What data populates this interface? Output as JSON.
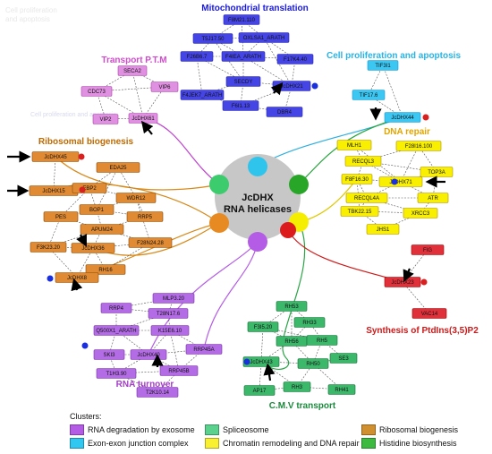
{
  "clusters": {
    "mito": {
      "title": "Mitochondrial translation",
      "color": "#1a1adb",
      "fill": "#4545e6",
      "nodes": [
        "F8M21.110",
        "T5J17.50",
        "OXLSA1_ARATH",
        "F26B6.7",
        "F4IEA_ARATH",
        "F17K4.40",
        "SECDY",
        "JcDHX21",
        "F4JEK7_ARATH",
        "F6I1.13",
        "DBR4"
      ]
    },
    "ptm": {
      "title": "Transport P.T.M",
      "color": "#d04ccc",
      "fill": "#e090e0",
      "nodes": [
        "SECA2",
        "CDC73",
        "VIP6",
        "VIP2",
        "JcDHX61"
      ]
    },
    "cell": {
      "title": "Cell proliferation and apoptosis",
      "color": "#27b5e6",
      "fill": "#3cc6f2",
      "nodes": [
        "TIF3I1",
        "TIF17.6",
        "JcDHX44"
      ]
    },
    "ribo": {
      "title": "Ribosomal biogenesis",
      "color": "#c06a00",
      "fill": "#e08a33",
      "nodes": [
        "JcDHX45",
        "EDA25",
        "JcDHX15",
        "EBP2",
        "WDR12",
        "BOP1",
        "PES",
        "RRP5",
        "APUM24",
        "F3K23.20",
        "JcDHX36",
        "F28N24.28",
        "RH16",
        "JcDHX8"
      ]
    },
    "dna": {
      "title": "DNA repair",
      "color": "#e2a500",
      "fill": "#f8f000",
      "nodes": [
        "MLH1",
        "F28I16.100",
        "RECQL3",
        "TOP3A",
        "F8F16.30",
        "JcDHX71",
        "RECQL4A",
        "ATR",
        "TBK22.15",
        "XRCC3",
        "JHS1"
      ]
    },
    "ptdins": {
      "title": "Synthesis of PtdIns(3,5)P2",
      "color": "#cc1a1a",
      "fill": "#e0303a",
      "nodes": [
        "FIG",
        "JcDHX23",
        "VAC14"
      ]
    },
    "turn": {
      "title": "RNA turnover",
      "color": "#a33cc8",
      "fill": "#b46ce6",
      "nodes": [
        "MLP3.20",
        "RRP4",
        "T28N17.6",
        "Q500X1_ARATH",
        "K15E6.10",
        "RRP45A",
        "SKI3",
        "JcDHX40",
        "T1H3.90",
        "RRP45B",
        "T2K10.14"
      ]
    },
    "cmv": {
      "title": "C.M.V transport",
      "color": "#1a8a3c",
      "fill": "#3cb86a",
      "nodes": [
        "RH53",
        "F3I5.20",
        "RH33",
        "RH56",
        "RH5",
        "JcDHX43",
        "RH50",
        "SE3",
        "AP17",
        "RH3",
        "RH41"
      ]
    }
  },
  "center": {
    "line1": "JcDHX",
    "line2": "RNA helicases"
  },
  "legend": {
    "title": "Clusters:",
    "items": [
      {
        "label": "RNA degradation by exosome",
        "color": "#b45ce6"
      },
      {
        "label": "Spliceosome",
        "color": "#5ad28e"
      },
      {
        "label": "Ribosomal biogenesis",
        "color": "#d09030"
      },
      {
        "label": "Exon-exon junction complex",
        "color": "#30c8f0"
      },
      {
        "label": "Chromatin remodeling and DNA repair",
        "color": "#f8f030"
      },
      {
        "label": "Histidine biosynthesis",
        "color": "#3cba40"
      }
    ]
  },
  "faded_text": {
    "top_left_1": "Cell proliferation",
    "top_left_2": "and apoptosis",
    "mid_left": "Cell proliferation and apoptosis"
  }
}
